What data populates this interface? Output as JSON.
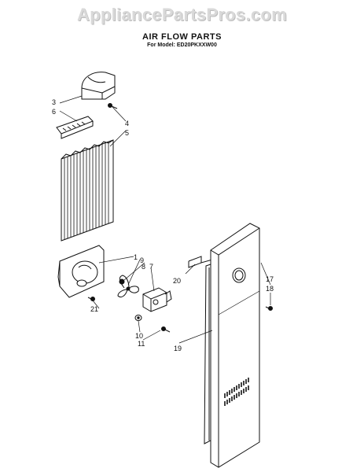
{
  "watermark": "AppliancePartsPros.com",
  "title": "AIR FLOW PARTS",
  "subtitle": "For Model: ED20PKXXW00",
  "callouts": {
    "c1": "1",
    "c3": "3",
    "c4": "4",
    "c5": "5",
    "c6": "6",
    "c7": "7",
    "c8": "8",
    "c9": "9",
    "c10": "10",
    "c11": "11",
    "c17": "17",
    "c18": "18",
    "c19": "19",
    "c20": "20",
    "c21": "21"
  }
}
